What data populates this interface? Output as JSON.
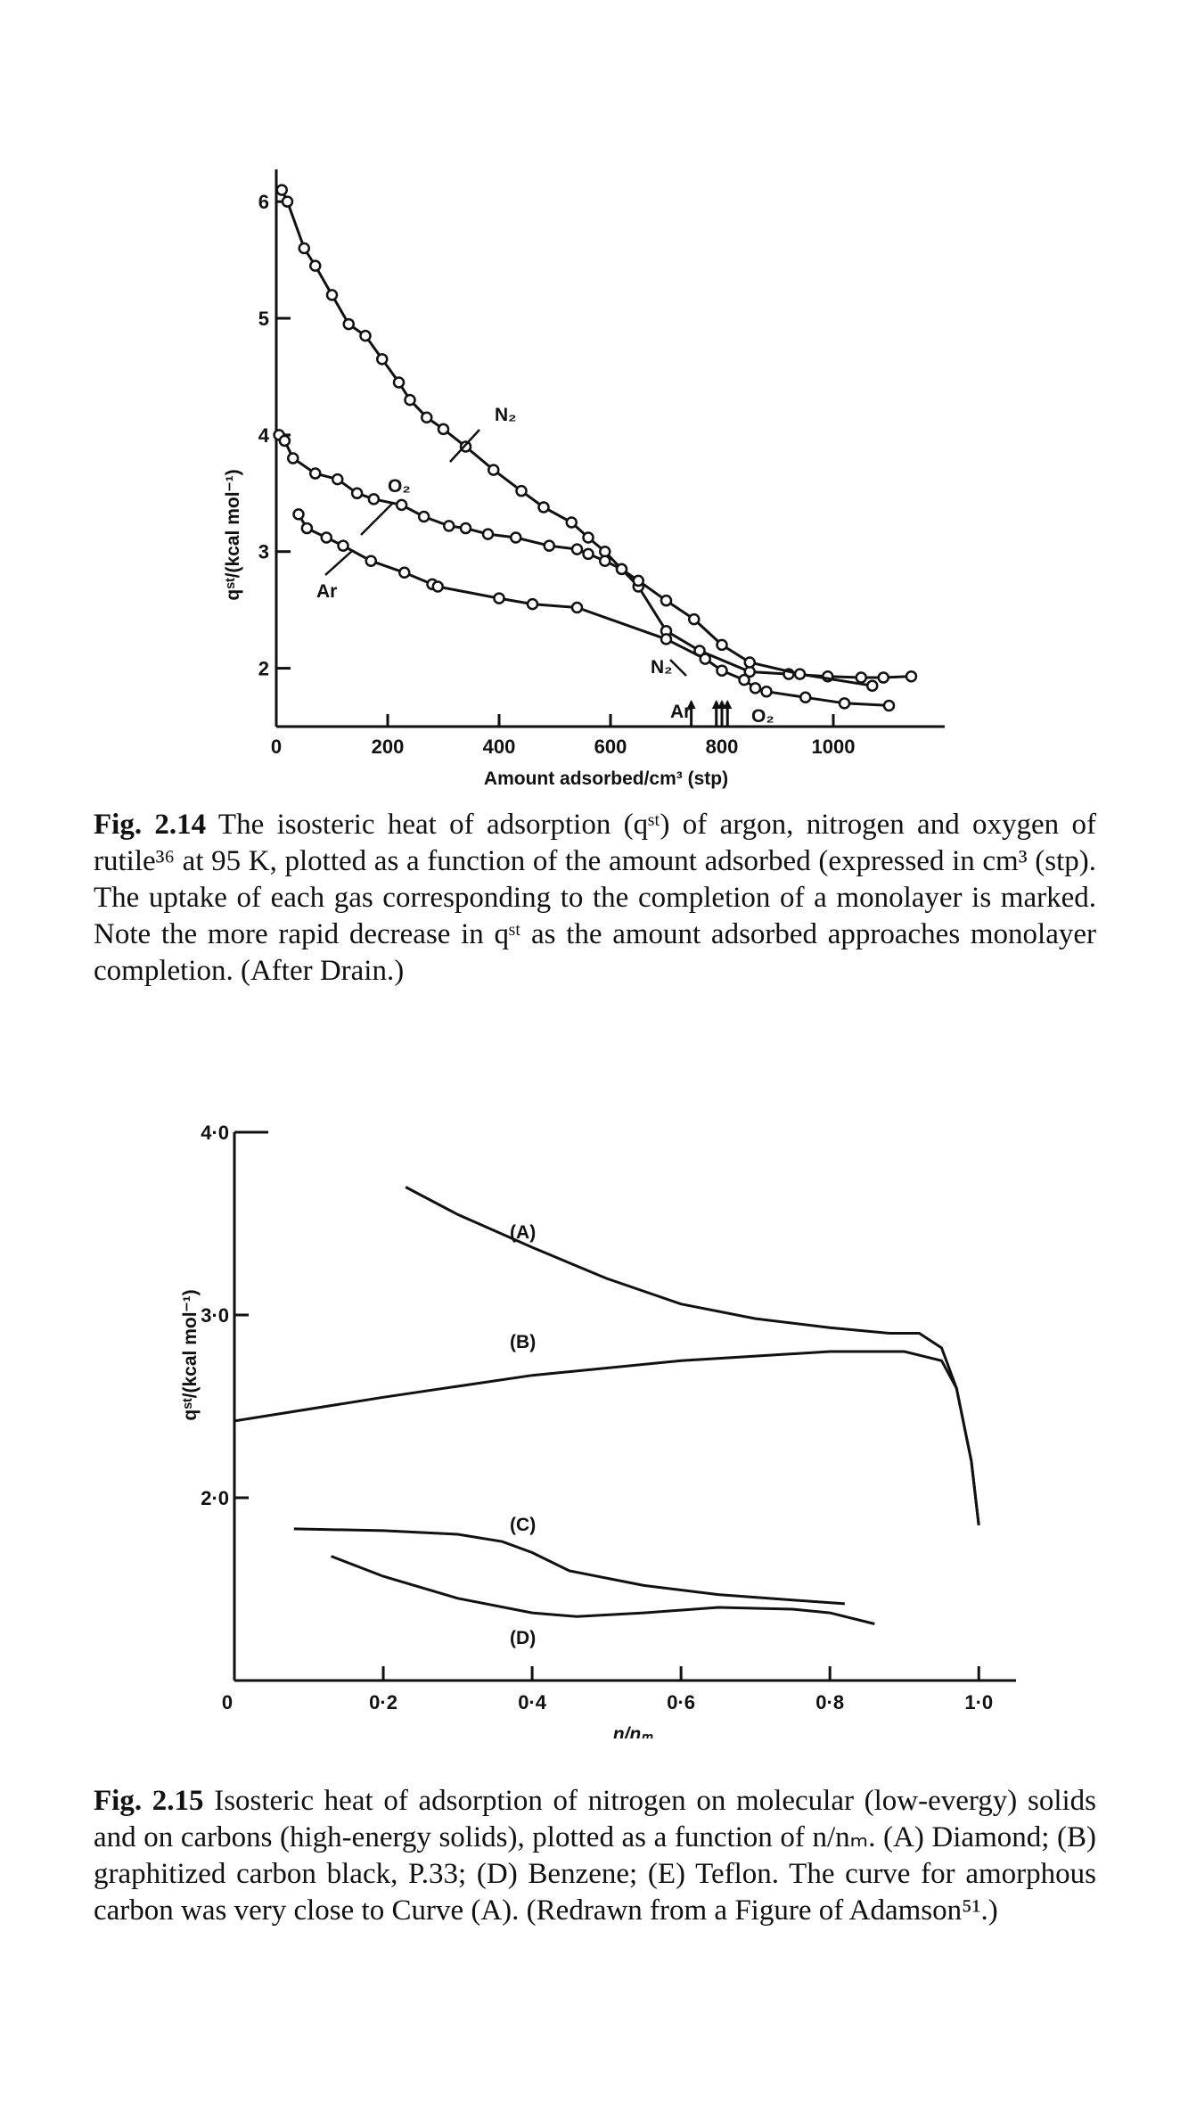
{
  "figures": [
    {
      "caption_label": "Fig. 2.14",
      "caption_text": "The isosteric heat of adsorption (qˢᵗ) of argon, nitrogen and oxygen of rutile³⁶ at 95 K, plotted as a function of the amount adsorbed (expressed in cm³ (stp). The uptake of each gas corresponding to the completion of a monolayer is marked. Note the more rapid decrease in qˢᵗ as the amount adsorbed approaches monolayer completion. (After Drain.)"
    },
    {
      "caption_label": "Fig. 2.15",
      "caption_text": "Isosteric heat of adsorption of nitrogen on molecular (low-evergy) solids and on carbons (high-energy solids), plotted as a function of n/nₘ. (A) Diamond; (B) graphitized carbon black, P.33; (D) Benzene; (E) Teflon. The curve for amorphous carbon was very close to Curve (A). (Redrawn from a Figure of Adamson⁵¹.)"
    }
  ],
  "chart_data": [
    {
      "type": "scatter",
      "xlabel": "Amount adsorbed/cm³ (stp)",
      "ylabel": "qˢᵗ/(kcal mol⁻¹)",
      "xlim": [
        0,
        1200
      ],
      "ylim": [
        1.5,
        6.2
      ],
      "xticks": [
        0,
        200,
        400,
        600,
        800,
        1000
      ],
      "yticks": [
        2,
        3,
        4,
        5,
        6
      ],
      "series": [
        {
          "name": "N₂",
          "x": [
            10,
            20,
            50,
            70,
            100,
            130,
            160,
            190,
            220,
            240,
            270,
            300,
            340,
            390,
            440,
            480,
            530,
            560,
            590,
            620,
            650,
            700,
            760,
            850,
            920,
            990,
            1050,
            1090,
            1140
          ],
          "y": [
            6.1,
            6.0,
            5.6,
            5.45,
            5.2,
            4.95,
            4.85,
            4.65,
            4.45,
            4.3,
            4.15,
            4.05,
            3.9,
            3.7,
            3.52,
            3.38,
            3.25,
            3.12,
            3.0,
            2.85,
            2.7,
            2.32,
            2.15,
            1.97,
            1.95,
            1.93,
            1.92,
            1.92,
            1.93
          ]
        },
        {
          "name": "O₂",
          "x": [
            5,
            15,
            30,
            70,
            110,
            145,
            175,
            225,
            265,
            310,
            340,
            380,
            430,
            490,
            540,
            560,
            590,
            620,
            650,
            700,
            750,
            800,
            850,
            940,
            1070
          ],
          "y": [
            4.0,
            3.95,
            3.8,
            3.67,
            3.62,
            3.5,
            3.45,
            3.4,
            3.3,
            3.22,
            3.2,
            3.15,
            3.12,
            3.05,
            3.02,
            2.98,
            2.92,
            2.85,
            2.75,
            2.58,
            2.42,
            2.2,
            2.05,
            1.95,
            1.85
          ]
        },
        {
          "name": "Ar",
          "x": [
            40,
            55,
            90,
            120,
            170,
            230,
            280,
            290,
            400,
            460,
            540,
            700,
            770,
            800,
            840,
            860,
            880,
            950,
            1020,
            1100
          ],
          "y": [
            3.32,
            3.2,
            3.12,
            3.05,
            2.92,
            2.82,
            2.72,
            2.7,
            2.6,
            2.55,
            2.52,
            2.25,
            2.08,
            1.98,
            1.9,
            1.83,
            1.8,
            1.75,
            1.7,
            1.68
          ]
        }
      ],
      "curve_labels": [
        "N₂",
        "O₂",
        "Ar"
      ],
      "monolayer_markers": {
        "labels": [
          "N₂",
          "Ar",
          "O₂"
        ],
        "x": [
          745,
          790,
          800,
          810
        ]
      }
    },
    {
      "type": "line",
      "xlabel": "n/nₘ",
      "ylabel": "qˢᵗ/(kcal mol⁻¹)",
      "xlim": [
        0,
        1.05
      ],
      "ylim": [
        1.0,
        4.0
      ],
      "xticks": [
        "0",
        "0·2",
        "0·4",
        "0·6",
        "0·8",
        "1·0"
      ],
      "yticks": [
        "2·0",
        "3·0",
        "4·0"
      ],
      "series": [
        {
          "name": "(A)",
          "x": [
            0.23,
            0.3,
            0.4,
            0.5,
            0.6,
            0.7,
            0.8,
            0.88,
            0.92,
            0.95,
            0.97,
            0.99,
            1.0
          ],
          "y": [
            3.7,
            3.55,
            3.37,
            3.2,
            3.06,
            2.98,
            2.93,
            2.9,
            2.9,
            2.82,
            2.6,
            2.2,
            1.85
          ]
        },
        {
          "name": "(B)",
          "x": [
            0.0,
            0.2,
            0.4,
            0.6,
            0.8,
            0.9,
            0.95,
            0.97,
            0.99,
            1.0
          ],
          "y": [
            2.42,
            2.55,
            2.67,
            2.75,
            2.8,
            2.8,
            2.75,
            2.6,
            2.2,
            1.85
          ]
        },
        {
          "name": "(C)",
          "x": [
            0.08,
            0.2,
            0.3,
            0.36,
            0.4,
            0.45,
            0.55,
            0.65,
            0.75,
            0.82
          ],
          "y": [
            1.83,
            1.82,
            1.8,
            1.76,
            1.7,
            1.6,
            1.52,
            1.47,
            1.44,
            1.42
          ]
        },
        {
          "name": "(D)",
          "x": [
            0.13,
            0.2,
            0.3,
            0.4,
            0.46,
            0.55,
            0.65,
            0.75,
            0.8,
            0.86
          ],
          "y": [
            1.68,
            1.57,
            1.45,
            1.37,
            1.35,
            1.37,
            1.4,
            1.39,
            1.37,
            1.31
          ]
        }
      ],
      "curve_labels": [
        "(A)",
        "(B)",
        "(C)",
        "(D)"
      ]
    }
  ]
}
